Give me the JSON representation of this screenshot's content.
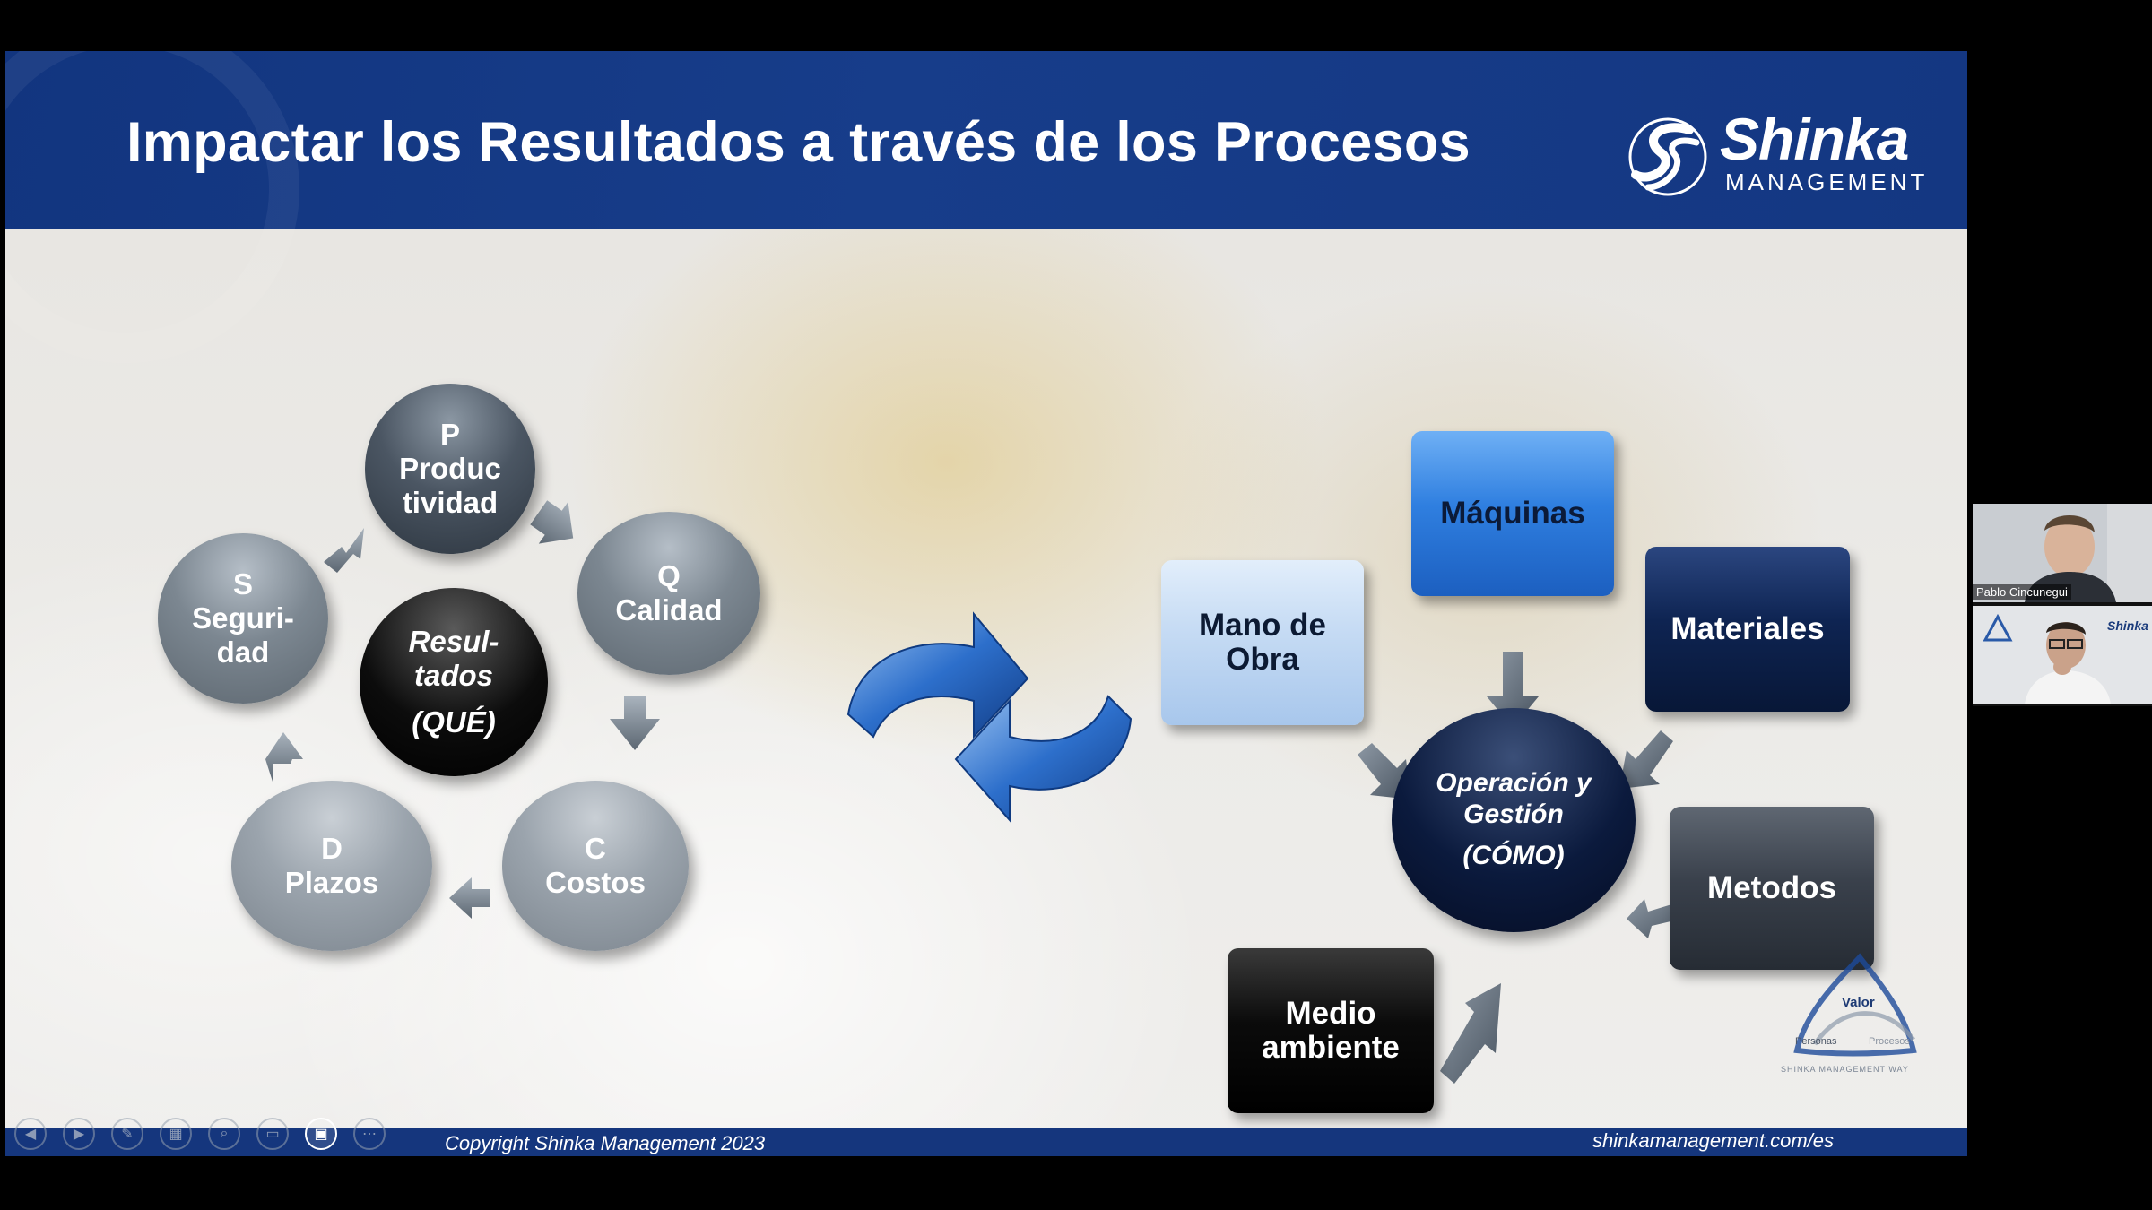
{
  "slide": {
    "title": "Impactar los Resultados a través de los Procesos",
    "logo": {
      "word": "Shinka",
      "subtitle": "MANAGEMENT"
    },
    "left_cycle": {
      "center": {
        "line1": "Resul-\ntados",
        "line2": "(QUÉ)"
      },
      "items": [
        {
          "label": "P\nProduc\ntividad"
        },
        {
          "label": "Q\nCalidad"
        },
        {
          "label": "C\nCostos"
        },
        {
          "label": "D\nPlazos"
        },
        {
          "label": "S\nSeguri-\ndad"
        }
      ]
    },
    "right_diagram": {
      "center": {
        "line1": "Operación y\nGestión",
        "line2": "(CÓMO)"
      },
      "inputs": {
        "mano_de_obra": "Mano de\nObra",
        "maquinas": "Máquinas",
        "materiales": "Materiales",
        "metodos": "Metodos",
        "medio_ambiente": "Medio\nambiente"
      }
    },
    "watermark": {
      "center": "Valor",
      "left": "Personas",
      "right": "Procesos",
      "caption": "SHINKA MANAGEMENT WAY"
    },
    "footer": {
      "copyright": "Copyright Shinka Management 2023",
      "url": "shinkamanagement.com/es"
    }
  },
  "presenter_controls": [
    {
      "icon": "previous-icon",
      "glyph": "◀"
    },
    {
      "icon": "next-icon",
      "glyph": "▶"
    },
    {
      "icon": "pen-icon",
      "glyph": "✎"
    },
    {
      "icon": "slides-grid-icon",
      "glyph": "▦"
    },
    {
      "icon": "zoom-icon",
      "glyph": "⌕"
    },
    {
      "icon": "subtitles-icon",
      "glyph": "▭"
    },
    {
      "icon": "camera-icon",
      "glyph": "▣"
    },
    {
      "icon": "more-icon",
      "glyph": "⋯"
    }
  ],
  "video_call": {
    "participants": [
      {
        "name": "Pablo Cincunegui"
      },
      {
        "name": "",
        "badge": "Shinka"
      }
    ]
  },
  "colors": {
    "header_blue": "#15367d",
    "maquinas_blue": "#2f7fe0",
    "mano_de_obra_lightblue": "#c7dcf4",
    "materiales_navy": "#0e2452",
    "metodos_slate": "#3a414c",
    "arrow_blue": "#1f5fb5"
  }
}
